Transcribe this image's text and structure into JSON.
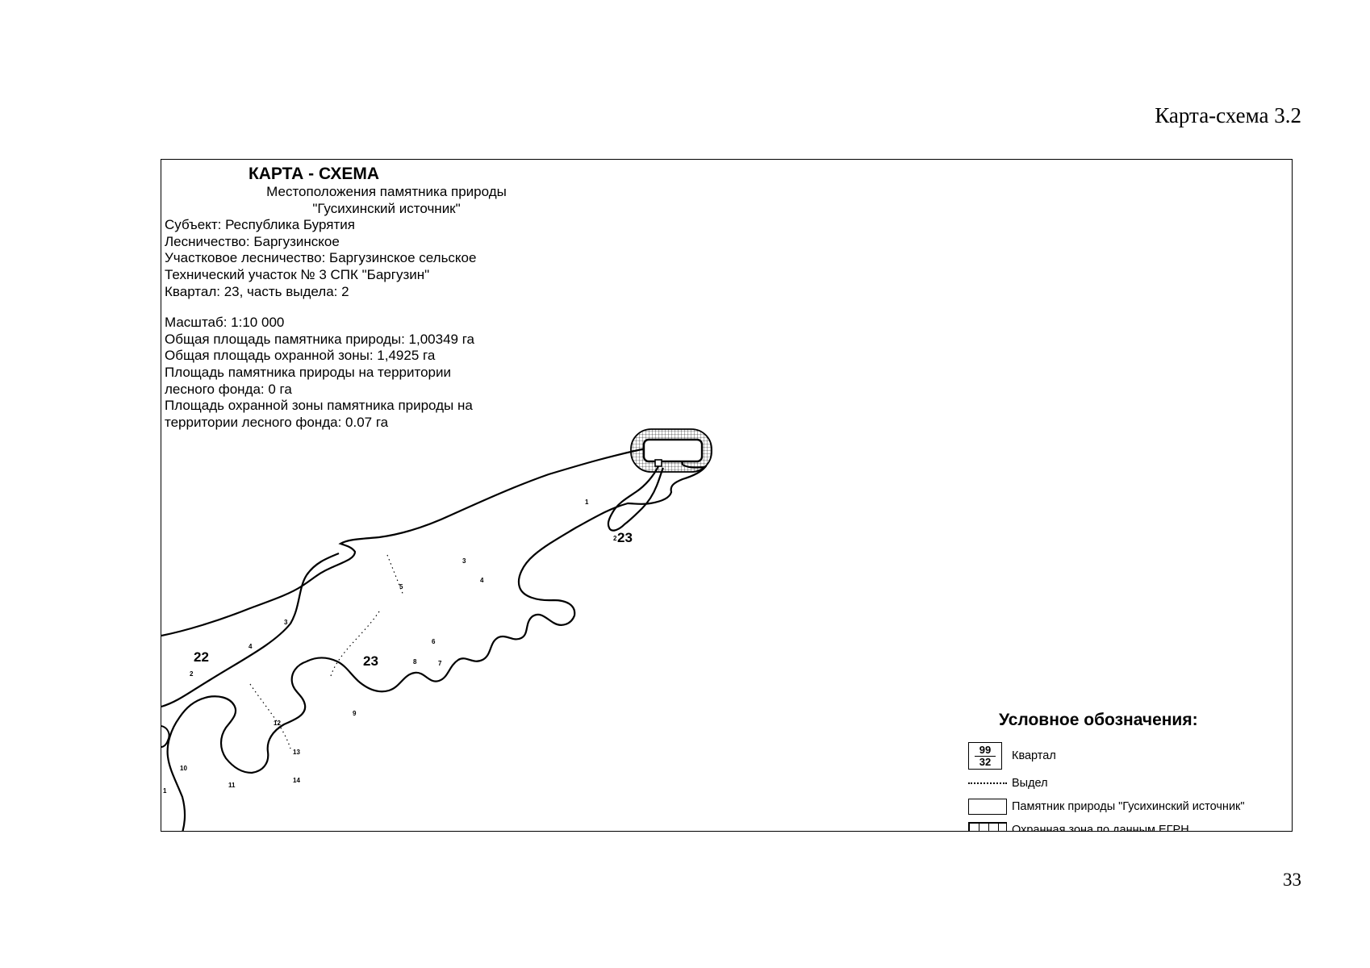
{
  "page": {
    "caption": "Карта-схема 3.2",
    "number": "33"
  },
  "info": {
    "title": "КАРТА - СХЕМА",
    "subtitle_1": "Местоположения памятника природы",
    "subtitle_2": "\"Гусихинский источник\"",
    "lines": [
      "Субъект: Республика Бурятия",
      "Лесничество: Баргузинское",
      "Участковое лесничество: Баргузинское сельское",
      "Технический участок № 3 СПК \"Баргузин\"",
      "Квартал: 23, часть выдела: 2"
    ],
    "lines_2": [
      "Масштаб: 1:10 000",
      "Общая площадь памятника природы: 1,00349 га",
      "Общая площадь охранной зоны: 1,4925 га",
      "Площадь памятника природы на территории",
      "лесного фонда: 0 га",
      "Площадь охранной зоны памятника природы на",
      "территории лесного фонда: 0.07 га"
    ]
  },
  "map_labels": {
    "quarter_22": "22",
    "quarter_23_main": "23",
    "quarter_23_east": "23",
    "plots": [
      "1",
      "2",
      "3",
      "4",
      "5",
      "6",
      "7",
      "8",
      "9",
      "10",
      "11",
      "12",
      "13",
      "14"
    ],
    "plot_east_2": "2",
    "plot_w_2": "2",
    "plot_w_3": "3",
    "plot_w_4": "4",
    "plot_w_1": "1"
  },
  "legend": {
    "title": "Условное обозначения:",
    "quarter_num_top": "99",
    "quarter_num_bottom": "32",
    "quarter": "Квартал",
    "plot": "Выдел",
    "monument": "Памятник природы \"Гусихинский источник\"",
    "zone": "Охранная зона по данным ЕГРН"
  },
  "colors": {
    "ink": "#000000",
    "paper": "#ffffff"
  }
}
